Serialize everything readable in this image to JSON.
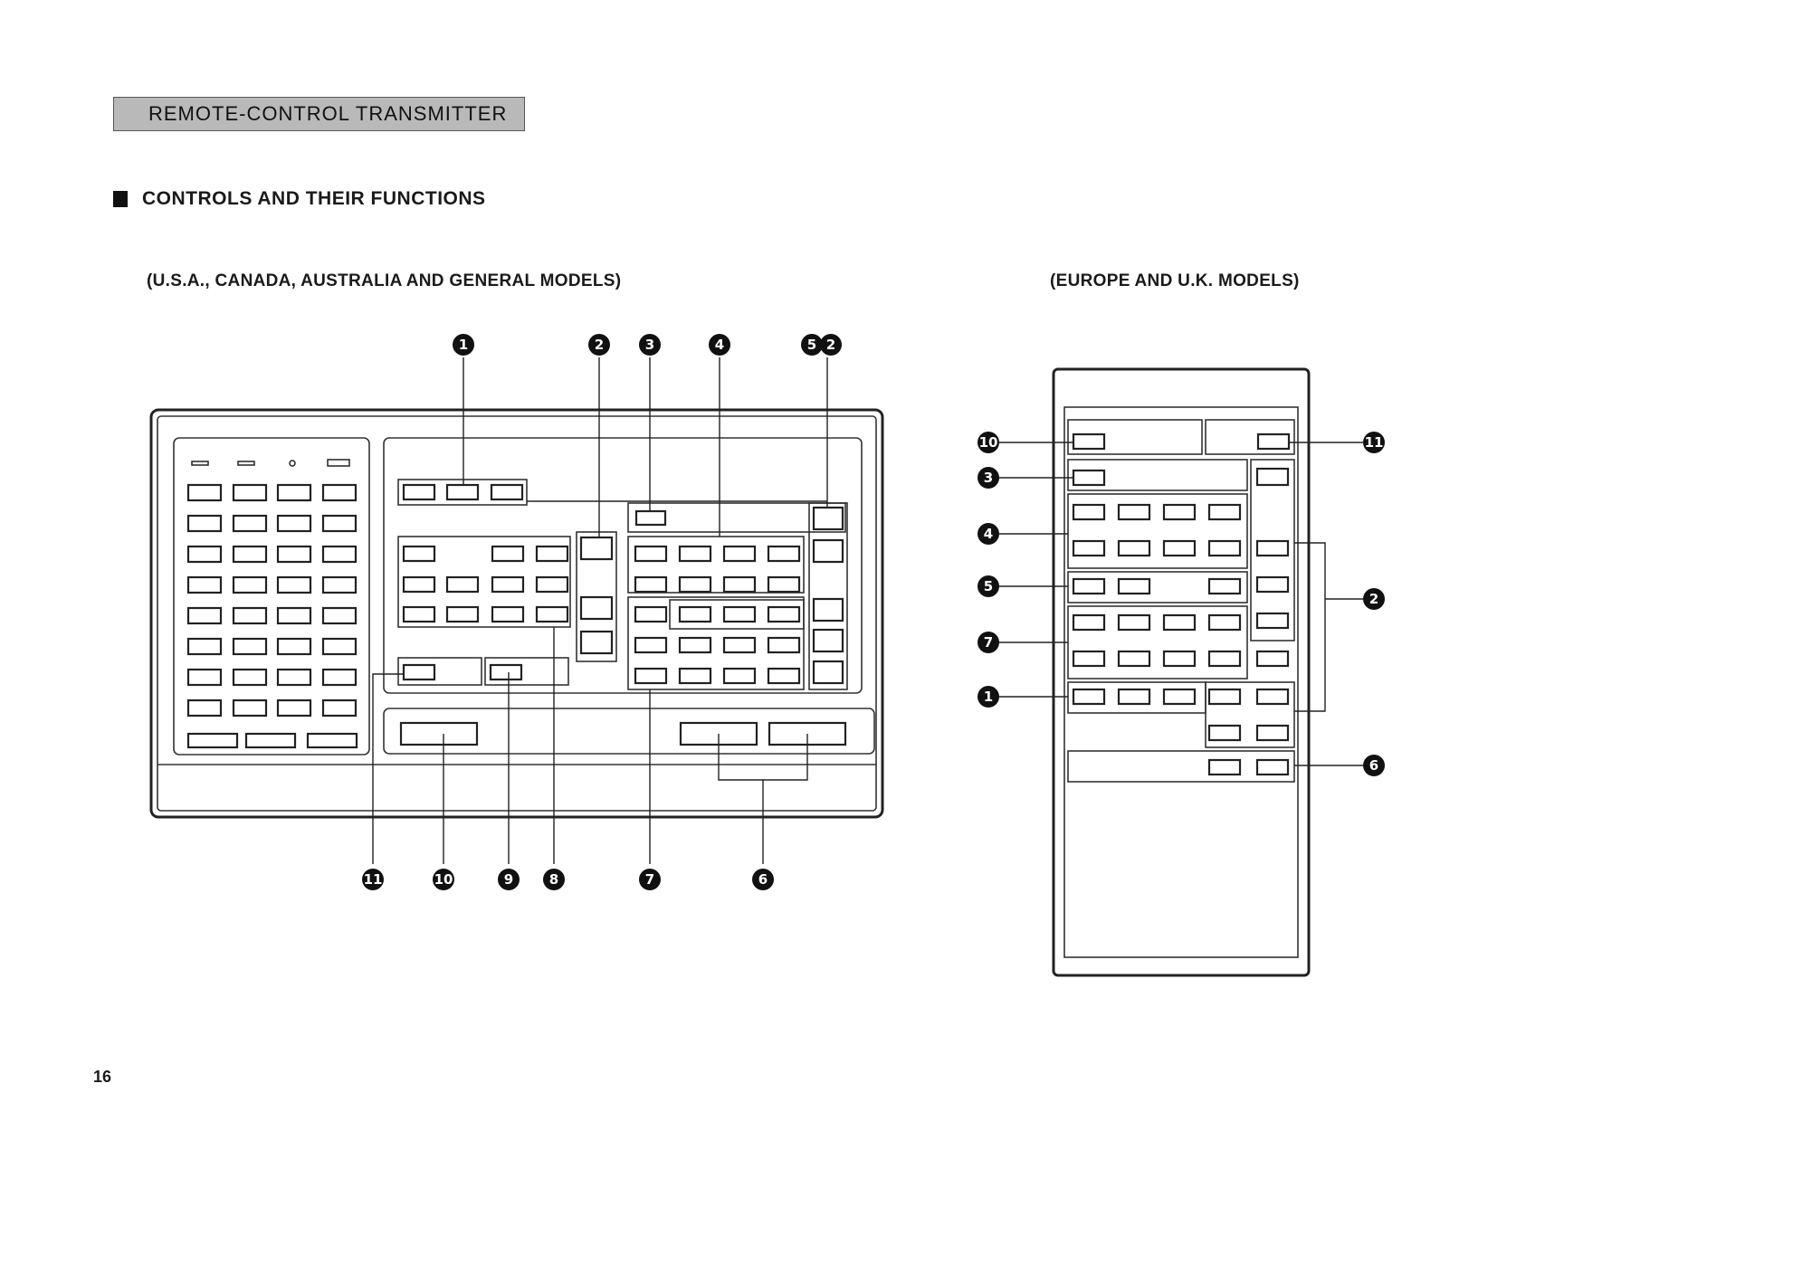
{
  "page": {
    "banner": "REMOTE-CONTROL TRANSMITTER",
    "heading": "CONTROLS AND THEIR FUNCTIONS",
    "page_number": "16"
  },
  "left_model": {
    "label": "(U.S.A., CANADA, AUSTRALIA AND GENERAL MODELS)"
  },
  "right_model": {
    "label": "(EUROPE AND U.K. MODELS)"
  },
  "callouts": {
    "c1": "1",
    "c2": "2",
    "c3": "3",
    "c4": "4",
    "c5": "5",
    "c6": "6",
    "c7": "7",
    "c8": "8",
    "c9": "9",
    "c10": "10",
    "c11": "11"
  }
}
